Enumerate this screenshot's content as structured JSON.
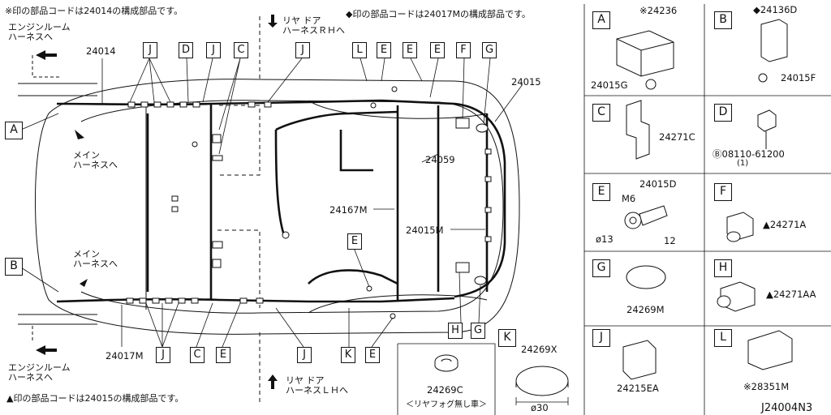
{
  "notes": {
    "star_note": "※印の部品コードは24014の構成部品です。",
    "diamond_note": "◆印の部品コードは24017Mの構成部品です。",
    "triangle_note": "▲印の部品コードは24015の構成部品です。"
  },
  "harness_labels": {
    "engine_room_top": "エンジンルーム\nハーネスへ",
    "engine_room_bottom": "エンジンルーム\nハーネスへ",
    "main_harness_top": "メイン\nハーネスへ",
    "main_harness_bottom": "メイン\nハーネスへ",
    "rear_door_rh": "リヤ ドア\nハーネスＲＨへ",
    "rear_door_lh": "リヤ ドア\nハーネスＬＨへ"
  },
  "part_numbers": {
    "p24014": "24014",
    "p24015": "24015",
    "p24017M": "24017M",
    "p24059": "24059",
    "p24167M": "24167M",
    "p24015M": "24015M"
  },
  "callouts": {
    "top_row": [
      "J",
      "D",
      "J",
      "C",
      "J",
      "L",
      "E",
      "E",
      "E",
      "F",
      "G"
    ],
    "left": [
      "A",
      "B"
    ],
    "bottom_row": [
      "J",
      "C",
      "E",
      "J",
      "K",
      "E"
    ],
    "middle": [
      "E",
      "H",
      "G"
    ]
  },
  "panels": [
    {
      "letter": "A",
      "parts": [
        "※24236",
        "24015G"
      ]
    },
    {
      "letter": "B",
      "parts": [
        "◆24136D",
        "24015F"
      ]
    },
    {
      "letter": "C",
      "parts": [
        "24271C"
      ]
    },
    {
      "letter": "D",
      "parts": [
        "Ⓑ08110-61200",
        "(1)"
      ]
    },
    {
      "letter": "E",
      "parts": [
        "24015D",
        "M6",
        "ø13",
        "12"
      ]
    },
    {
      "letter": "F",
      "parts": [
        "▲24271A"
      ]
    },
    {
      "letter": "G",
      "parts": [
        "24269M"
      ]
    },
    {
      "letter": "H",
      "parts": [
        "▲24271AA"
      ]
    },
    {
      "letter": "J",
      "parts": [
        "24215EA"
      ]
    },
    {
      "letter": "L",
      "parts": [
        "※28351M"
      ]
    },
    {
      "letter": "K",
      "parts": [
        "24269X",
        "ø30"
      ]
    }
  ],
  "grommet_panel": {
    "part": "24269C",
    "note": "＜リヤフォグ無し車＞"
  },
  "diagram_code": "J24004N3"
}
